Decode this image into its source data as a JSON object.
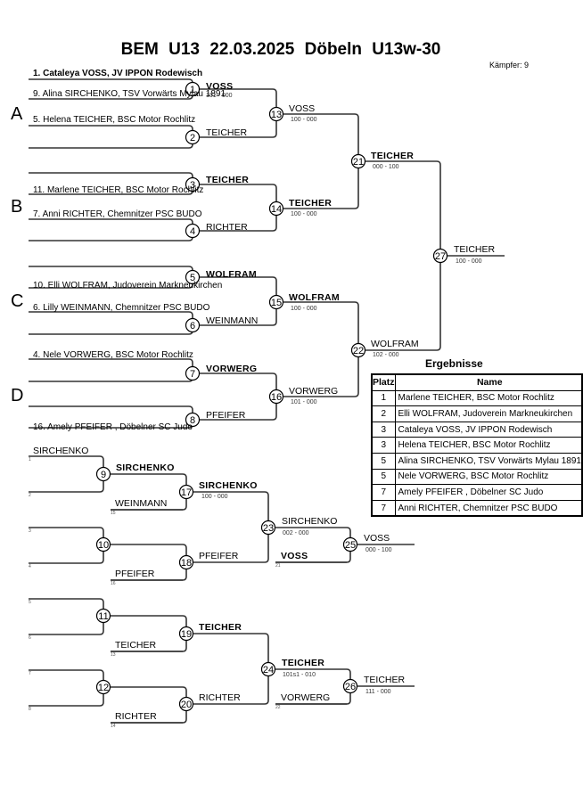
{
  "header": {
    "title": "BEM U13   22.03.2025   Döbeln    U13w-30",
    "fighters_count": "Kämpfer: 9"
  },
  "pools": [
    "A",
    "B",
    "C",
    "D"
  ],
  "entries": [
    {
      "label": "1. Cataleya VOSS, JV IPPON Rodewisch",
      "bold": true
    },
    {
      "label": "9. Alina SIRCHENKO, TSV Vorwärts Mylau 1891",
      "bold": false
    },
    {
      "label": "5. Helena TEICHER, BSC Motor Rochlitz",
      "bold": false
    },
    {
      "label": "11. Marlene TEICHER, BSC Motor Rochlitz",
      "bold": false
    },
    {
      "label": "7. Anni RICHTER, Chemnitzer PSC BUDO",
      "bold": false
    },
    {
      "label": "10. Elli WOLFRAM, Judoverein Markneukirchen",
      "bold": false
    },
    {
      "label": "6. Lilly WEINMANN, Chemnitzer PSC BUDO",
      "bold": false
    },
    {
      "label": "4. Nele VORWERG, BSC Motor Rochlitz",
      "bold": false
    },
    {
      "label": "16. Amely  PFEIFER , Döbelner SC Judo",
      "bold": false
    }
  ],
  "main_bracket": {
    "round1": [
      {
        "fight": "1",
        "winner": "VOSS",
        "bold": true,
        "score": "101 - 000"
      },
      {
        "fight": "2",
        "winner": "TEICHER",
        "bold": false,
        "score": ""
      },
      {
        "fight": "3",
        "winner": "TEICHER",
        "bold": true,
        "score": ""
      },
      {
        "fight": "4",
        "winner": "RICHTER",
        "bold": false,
        "score": ""
      },
      {
        "fight": "5",
        "winner": "WOLFRAM",
        "bold": true,
        "score": ""
      },
      {
        "fight": "6",
        "winner": "WEINMANN",
        "bold": false,
        "score": ""
      },
      {
        "fight": "7",
        "winner": "VORWERG",
        "bold": true,
        "score": ""
      },
      {
        "fight": "8",
        "winner": "PFEIFER",
        "bold": false,
        "score": ""
      }
    ],
    "round2": [
      {
        "fight": "13",
        "winner": "VOSS",
        "bold": false,
        "score": "100 - 000"
      },
      {
        "fight": "14",
        "winner": "TEICHER",
        "bold": true,
        "score": "100 - 000"
      },
      {
        "fight": "15",
        "winner": "WOLFRAM",
        "bold": true,
        "score": "100 - 000"
      },
      {
        "fight": "16",
        "winner": "VORWERG",
        "bold": false,
        "score": "101 - 000"
      }
    ],
    "semifinals": [
      {
        "fight": "21",
        "winner": "TEICHER",
        "bold": true,
        "score": "000 - 100"
      },
      {
        "fight": "22",
        "winner": "WOLFRAM",
        "bold": false,
        "score": "102 - 000"
      }
    ],
    "final": {
      "fight": "27",
      "winner": "TEICHER",
      "bold": false,
      "score": "100 - 000"
    }
  },
  "repechage": {
    "r1": [
      {
        "fight": "9",
        "top_name": "SIRCHENKO",
        "top_slot": "1",
        "bottom_slot": "2",
        "winner": "SIRCHENKO",
        "bold": true
      },
      {
        "fight": "10",
        "top_name": "",
        "top_slot": "3",
        "bottom_slot": "4",
        "winner": "",
        "bold": false
      },
      {
        "fight": "11",
        "top_name": "",
        "top_slot": "5",
        "bottom_slot": "6",
        "winner": "",
        "bold": false
      },
      {
        "fight": "12",
        "top_name": "",
        "top_slot": "7",
        "bottom_slot": "8",
        "winner": "",
        "bold": false
      }
    ],
    "r2": [
      {
        "fight": "17",
        "entrant": "WEINMANN",
        "entrant_slot": "15",
        "winner": "SIRCHENKO",
        "bold": true,
        "score": "100 - 000"
      },
      {
        "fight": "18",
        "entrant": "PFEIFER",
        "entrant_slot": "16",
        "winner": "PFEIFER",
        "bold": false,
        "score": ""
      },
      {
        "fight": "19",
        "entrant": "TEICHER",
        "entrant_slot": "13",
        "winner": "TEICHER",
        "bold": true,
        "score": ""
      },
      {
        "fight": "20",
        "entrant": "RICHTER",
        "entrant_slot": "14",
        "winner": "RICHTER",
        "bold": false,
        "score": ""
      }
    ],
    "r3": [
      {
        "fight": "23",
        "winner": "SIRCHENKO",
        "bold": false,
        "score": "002 - 000"
      },
      {
        "fight": "24",
        "winner": "TEICHER",
        "bold": true,
        "score": "101s1 - 010"
      }
    ],
    "bronze": [
      {
        "fight": "25",
        "entrant": "VOSS",
        "entrant_bold": true,
        "entrant_slot": "21",
        "winner": "VOSS",
        "bold": false,
        "score": "000 - 100"
      },
      {
        "fight": "26",
        "entrant": "VORWERG",
        "entrant_bold": false,
        "entrant_slot": "22",
        "winner": "TEICHER",
        "bold": false,
        "score": "111 - 000"
      }
    ]
  },
  "results": {
    "title": "Ergebnisse",
    "headers": {
      "place": "Platz",
      "name": "Name"
    },
    "rows": [
      {
        "place": "1",
        "name": "Marlene TEICHER, BSC Motor Rochlitz"
      },
      {
        "place": "2",
        "name": "Elli WOLFRAM, Judoverein Markneukirchen"
      },
      {
        "place": "3",
        "name": "Cataleya VOSS, JV IPPON Rodewisch"
      },
      {
        "place": "3",
        "name": "Helena TEICHER, BSC Motor Rochlitz"
      },
      {
        "place": "5",
        "name": "Alina SIRCHENKO, TSV Vorwärts Mylau 1891"
      },
      {
        "place": "5",
        "name": "Nele VORWERG, BSC Motor Rochlitz"
      },
      {
        "place": "7",
        "name": "Amely  PFEIFER , Döbelner SC Judo"
      },
      {
        "place": "7",
        "name": "Anni RICHTER, Chemnitzer PSC BUDO"
      }
    ]
  }
}
